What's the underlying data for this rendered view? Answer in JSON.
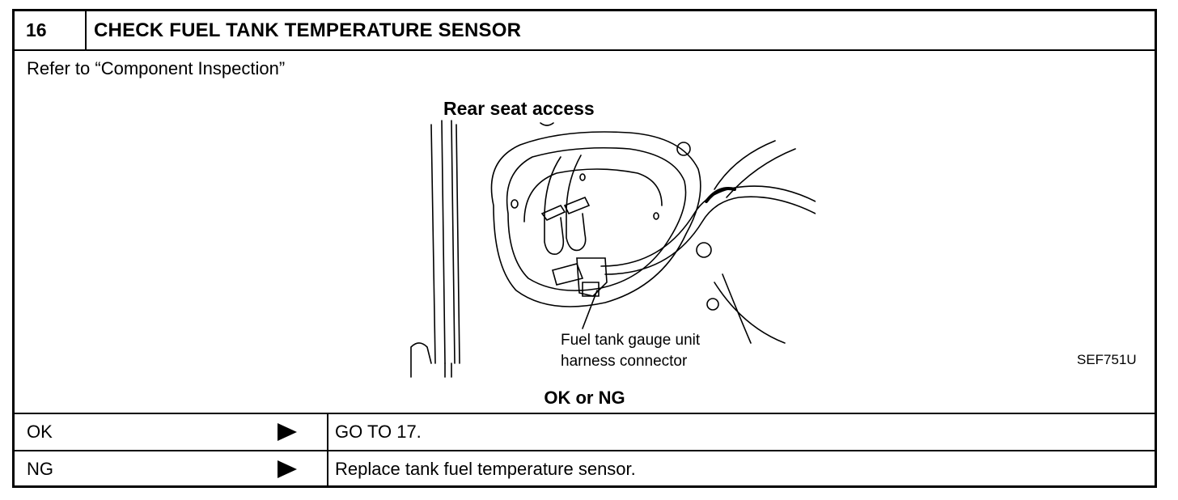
{
  "step": {
    "number": "16",
    "title": "CHECK FUEL TANK TEMPERATURE SENSOR"
  },
  "instruction": "Refer to “Component Inspection”",
  "figure": {
    "label_top": "Rear seat access",
    "callout_line1": "Fuel tank gauge unit",
    "callout_line2": "harness connector",
    "code": "SEF751U"
  },
  "question": "OK or NG",
  "results": [
    {
      "condition": "OK",
      "action": "GO TO 17."
    },
    {
      "condition": "NG",
      "action": "Replace tank fuel temperature sensor."
    }
  ]
}
